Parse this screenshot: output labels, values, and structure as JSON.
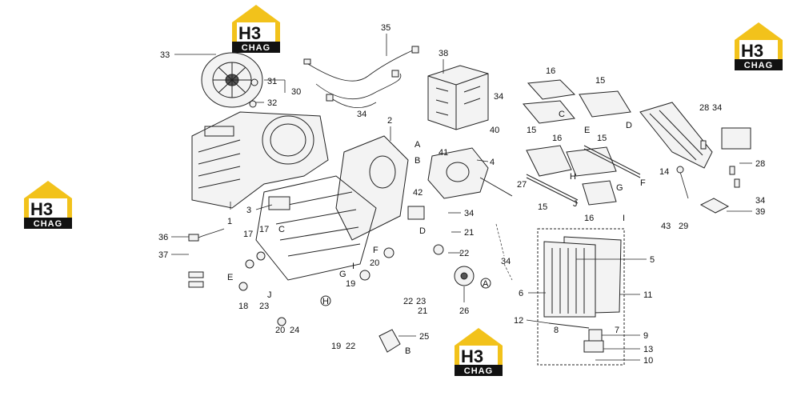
{
  "brand": {
    "logo_mark": "H3",
    "logo_text": "CHAG",
    "logo_color": "#f2c21b"
  },
  "callouts": {
    "c1": "1",
    "c2": "2",
    "c3": "3",
    "c4": "4",
    "c5": "5",
    "c6": "6",
    "c7": "7",
    "c8": "8",
    "c9": "9",
    "c10": "10",
    "c11": "11",
    "c12": "12",
    "c13": "13",
    "c14": "14",
    "c15a": "15",
    "c15b": "15",
    "c15c": "15",
    "c15d": "15",
    "c16a": "16",
    "c16b": "16",
    "c16c": "16",
    "c17a": "17",
    "c17b": "17",
    "c18": "18",
    "c19a": "19",
    "c19b": "19",
    "c20a": "20",
    "c20b": "20",
    "c21a": "21",
    "c21b": "21",
    "c22a": "22",
    "c22b": "22",
    "c22c": "22",
    "c23a": "23",
    "c23b": "23",
    "c24": "24",
    "c25": "25",
    "c26": "26",
    "c27": "27",
    "c28a": "28",
    "c28b": "28",
    "c29": "29",
    "c30": "30",
    "c31": "31",
    "c32": "32",
    "c33": "33",
    "c34a": "34",
    "c34b": "34",
    "c34c": "34",
    "c34d": "34",
    "c34e": "34",
    "c34f": "34",
    "c35": "35",
    "c36": "36",
    "c37": "37",
    "c38": "38",
    "c39": "39",
    "c40": "40",
    "c41": "41",
    "c42": "42",
    "c43": "43"
  },
  "letters": {
    "A1": "A",
    "A2": "A",
    "B1": "B",
    "B2": "B",
    "C1": "C",
    "C2": "C",
    "D1": "D",
    "D2": "D",
    "E1": "E",
    "E2": "E",
    "F1": "F",
    "F2": "F",
    "G1": "G",
    "G2": "G",
    "H1": "H",
    "H2": "H",
    "I1": "I",
    "I2": "I",
    "J1": "J",
    "J2": "J"
  }
}
